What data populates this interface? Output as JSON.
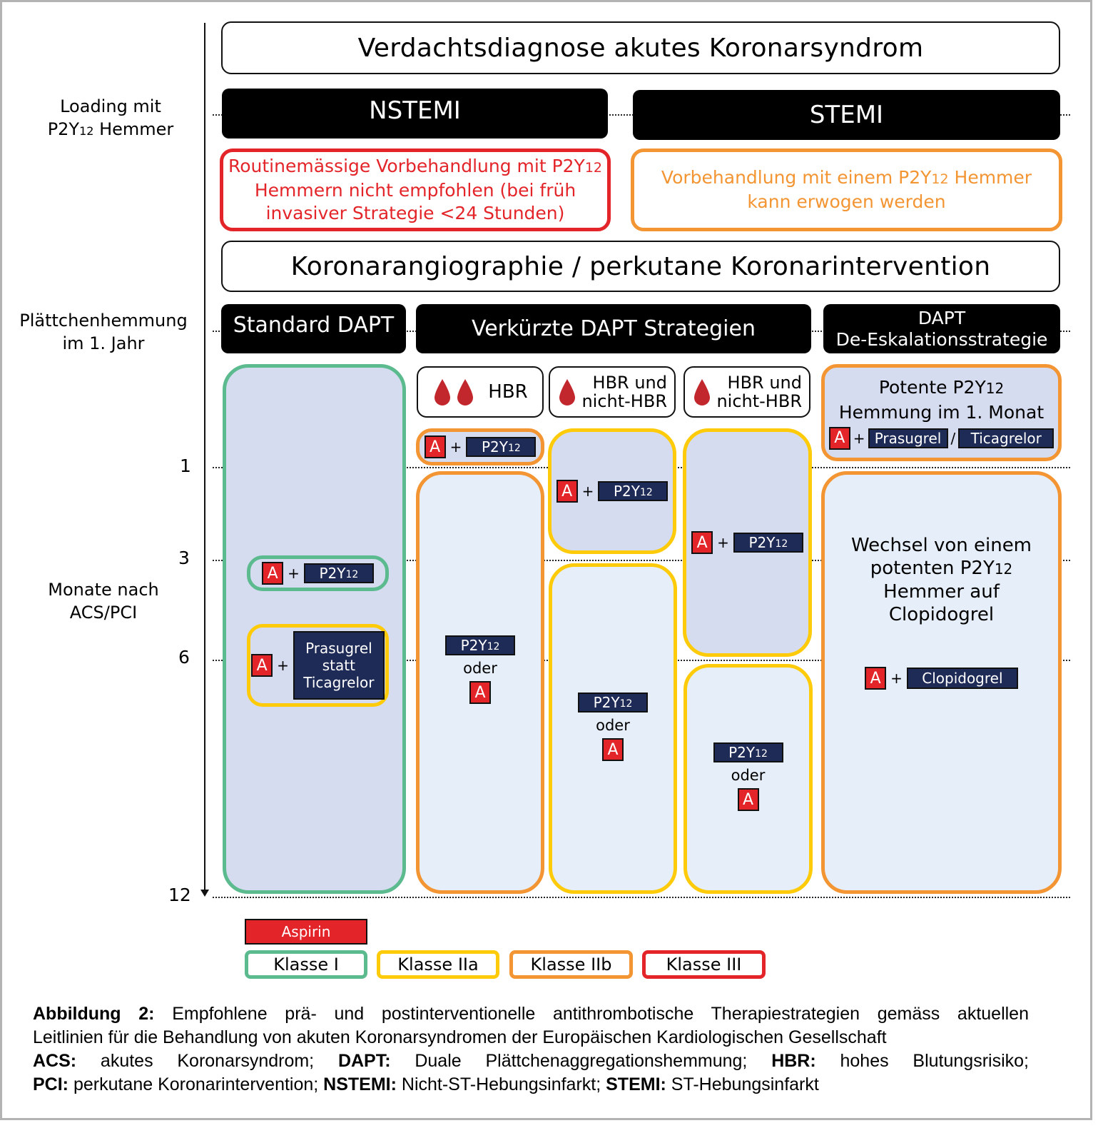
{
  "axis": {
    "loading_label": "Loading mit",
    "loading_label_line2_prefix": "P2Y",
    "loading_label_line2_sub": "12",
    "loading_label_line2_suffix": " Hemmer",
    "platelet_label_line1": "Plättchenhemmung",
    "platelet_label_line2": "im 1. Jahr",
    "months_label_line1": "Monate nach",
    "months_label_line2": "ACS/PCI",
    "ticks": [
      "1",
      "3",
      "6",
      "12"
    ]
  },
  "top": {
    "diagnosis": "Verdachtsdiagnose akutes Koronarsyndrom",
    "nstemi": "NSTEMI",
    "stemi": "STEMI",
    "nstemi_note": {
      "line1_prefix": "Routinemässige Vorbehandlung mit P2Y",
      "line1_sub": "12",
      "line2": "Hemmern nicht empfohlen (bei früh",
      "line3": "invasiver Strategie <24 Stunden)"
    },
    "stemi_note": {
      "line1_prefix": "Vorbehandlung mit einem P2Y",
      "line1_sub": "12",
      "line1_suffix": " Hemmer",
      "line2": "kann erwogen werden"
    },
    "procedure": "Koronarangiographie / perkutane Koronarintervention"
  },
  "strategies": {
    "standard": "Standard DAPT",
    "shortened": "Verkürzte DAPT Strategien",
    "deesc_line1": "DAPT",
    "deesc_line2": "De-Eskalationsstrategie"
  },
  "subheaders": {
    "hbr": "HBR",
    "mixed_line1": "HBR und",
    "mixed_line2": "nicht-HBR"
  },
  "drugs": {
    "aspirin_abbr": "A",
    "plus": "+",
    "p2y12_prefix": "P2Y",
    "p2y12_sub": "12",
    "oder": "oder",
    "prasugrel": "Prasugrel",
    "ticagrelor": "Ticagrelor",
    "clopidogrel": "Clopidogrel",
    "slash": "/",
    "prasugrel_statt_line1": "Prasugrel",
    "prasugrel_statt_line2": "statt",
    "prasugrel_statt_line3": "Ticagrelor"
  },
  "deesc": {
    "potent_line1_prefix": "Potente P2Y",
    "potent_line1_sub": "12",
    "potent_line2": "Hemmung im 1. Monat",
    "switch_line1": "Wechsel von einem",
    "switch_line2_prefix": "potenten P2Y",
    "switch_line2_sub": "12",
    "switch_line3": "Hemmer auf",
    "switch_line4": "Clopidogrel"
  },
  "legend": {
    "aspirin": "Aspirin",
    "classes": [
      {
        "label": "Klasse I",
        "color": "#5cba8f"
      },
      {
        "label": "Klasse IIa",
        "color": "#fdcb0a"
      },
      {
        "label": "Klasse IIb",
        "color": "#f39533"
      },
      {
        "label": "Klasse III",
        "color": "#e3252a"
      }
    ]
  },
  "colors": {
    "class_I": "#5cba8f",
    "class_IIa": "#fdcb0a",
    "class_IIb": "#f39533",
    "class_III": "#e3252a",
    "aspirin": "#e3252a",
    "p2y12_drug": "#1f2b57",
    "pane_dark": "#d6dcef",
    "pane_light": "#e6eef9"
  },
  "caption": {
    "fig_label": "Abbildung 2:",
    "fig_text_line1": " Empfohlene prä- und postinterventionelle antithrombotische Therapiestrategien gemäss aktuellen",
    "fig_text_line2": "Leitlinien für die Behandlung von akuten Koronarsyndromen der Europäischen Kardiologischen Gesellschaft",
    "abbr": [
      {
        "term": "ACS:",
        "def": " akutes Koronarsyndrom; "
      },
      {
        "term": "DAPT:",
        "def": " Duale Plättchenaggregationshemmung; "
      },
      {
        "term": "HBR:",
        "def": " hohes Blutungsrisiko;"
      },
      {
        "term": "PCI:",
        "def": " perkutane Koronarintervention; "
      },
      {
        "term": "NSTEMI:",
        "def": " Nicht-ST-Hebungsinfarkt; "
      },
      {
        "term": "STEMI:",
        "def": " ST-Hebungsinfarkt"
      }
    ]
  }
}
